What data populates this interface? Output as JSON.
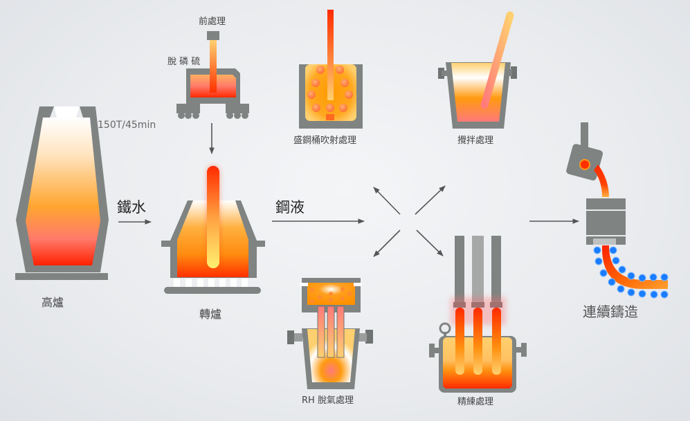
{
  "title": "煉鋼製程流程",
  "flow_labels": {
    "hot_metal": "鐵水",
    "molten_steel": "鋼液"
  },
  "capacity": "150T/45min",
  "stages": {
    "blast_furnace": {
      "label": "高爐"
    },
    "pretreatment": {
      "label": "前處理",
      "sublabel": "脫 磷 硫"
    },
    "converter": {
      "label": "轉爐"
    },
    "ladle_injection": {
      "label": "盛鋼桶吹射處理"
    },
    "stirring": {
      "label": "攪拌處理"
    },
    "rh_degassing": {
      "label": "RH 脫氣處理"
    },
    "refining": {
      "label": "精練處理"
    },
    "continuous_casting": {
      "label": "連續鑄造"
    }
  },
  "colors": {
    "vessel_gray": "#7f8482",
    "molten_red": "#ff2a00",
    "molten_orange": "#ff9a1a",
    "molten_yellow": "#ffd070",
    "roller_blue": "#1a7cff",
    "arrow": "#555555"
  }
}
